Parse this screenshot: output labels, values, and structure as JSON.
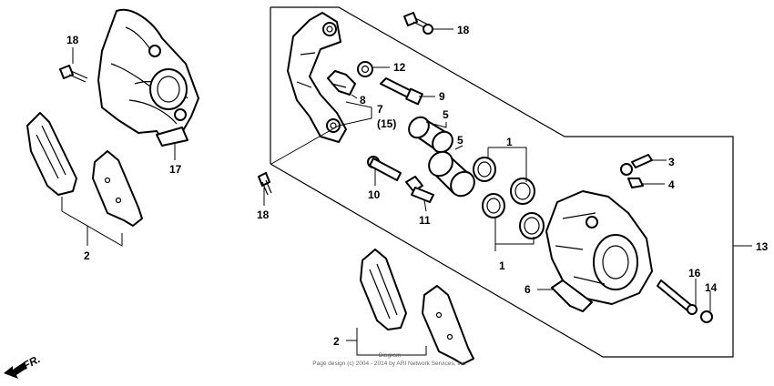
{
  "callouts": [
    {
      "id": "18a",
      "label": "18"
    },
    {
      "id": "17",
      "label": "17"
    },
    {
      "id": "2a",
      "label": "2"
    },
    {
      "id": "18b",
      "label": "18"
    },
    {
      "id": "12",
      "label": "12"
    },
    {
      "id": "8",
      "label": "8"
    },
    {
      "id": "9",
      "label": "9"
    },
    {
      "id": "7",
      "label": "7"
    },
    {
      "id": "15",
      "label": "(15)"
    },
    {
      "id": "5a",
      "label": "5"
    },
    {
      "id": "5b",
      "label": "5"
    },
    {
      "id": "1a",
      "label": "1"
    },
    {
      "id": "1b",
      "label": "1"
    },
    {
      "id": "10",
      "label": "10"
    },
    {
      "id": "11",
      "label": "11"
    },
    {
      "id": "18c",
      "label": "18"
    },
    {
      "id": "3",
      "label": "3"
    },
    {
      "id": "4",
      "label": "4"
    },
    {
      "id": "13",
      "label": "13"
    },
    {
      "id": "16",
      "label": "16"
    },
    {
      "id": "14",
      "label": "14"
    },
    {
      "id": "6",
      "label": "6"
    },
    {
      "id": "2b",
      "label": "2"
    }
  ],
  "direction": {
    "label": "FR."
  },
  "footer": {
    "line1": "Diagram",
    "line2": "Page design (c) 2004 - 2014 by ARI Network Services, Inc."
  }
}
